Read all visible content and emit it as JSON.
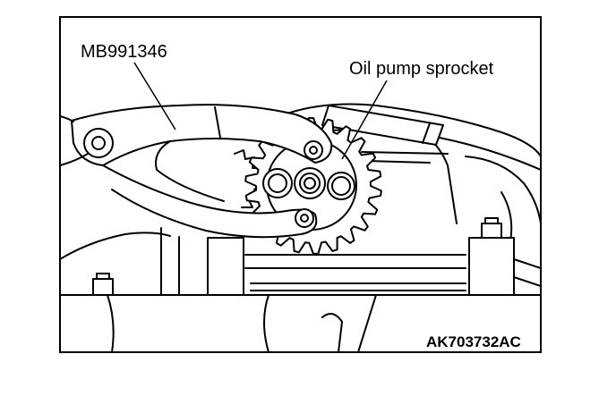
{
  "labels": {
    "tool": "MB991346",
    "sprocket": "Oil pump sprocket",
    "figure_id": "AK703732AC"
  }
}
